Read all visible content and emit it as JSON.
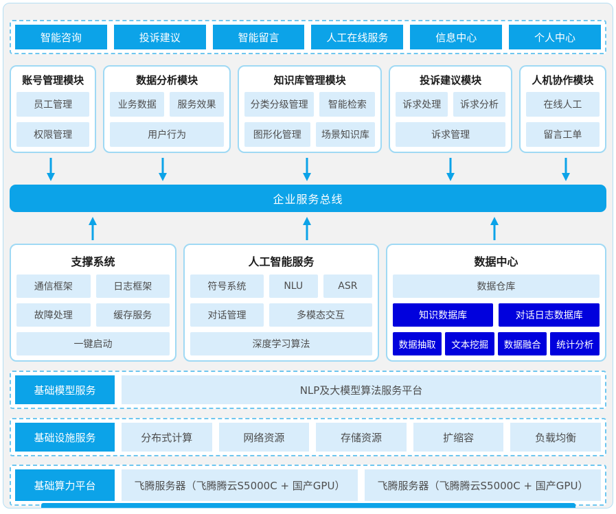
{
  "colors": {
    "primary_blue": "#0ca3e8",
    "dark_blue": "#0101dd",
    "cell_light_blue": "#d9edfb",
    "box_border": "#9fd9f4",
    "dashed_border": "#6ec6ef",
    "background": "#f2f2f2",
    "cell_text": "#4d4d4d"
  },
  "top_nav": {
    "items": [
      "智能咨询",
      "投诉建议",
      "智能留言",
      "人工在线服务",
      "信息中心",
      "个人中心"
    ]
  },
  "modules": [
    {
      "title": "账号管理模块",
      "cells": [
        [
          "员工管理"
        ],
        [
          "权限管理"
        ]
      ]
    },
    {
      "title": "数据分析模块",
      "cells": [
        [
          "业务数据",
          "服务效果"
        ],
        [
          "用户行为"
        ]
      ]
    },
    {
      "title": "知识库管理模块",
      "cells": [
        [
          "分类分级管理",
          "智能检索"
        ],
        [
          "图形化管理",
          "场景知识库"
        ]
      ]
    },
    {
      "title": "投诉建议模块",
      "cells": [
        [
          "诉求处理",
          "诉求分析"
        ],
        [
          "诉求管理"
        ]
      ]
    },
    {
      "title": "人机协作模块",
      "cells": [
        [
          "在线人工"
        ],
        [
          "留言工单"
        ]
      ]
    }
  ],
  "bus": {
    "label": "企业服务总线"
  },
  "systems": [
    {
      "title": "支撑系统",
      "rows": [
        [
          "通信框架",
          "日志框架"
        ],
        [
          "故障处理",
          "缓存服务"
        ],
        [
          "一键启动"
        ]
      ]
    },
    {
      "title": "人工智能服务",
      "rows": [
        [
          "符号系统",
          "NLU",
          "ASR"
        ],
        [
          "对话管理",
          "多模态交互"
        ],
        [
          "深度学习算法"
        ]
      ]
    },
    {
      "title": "数据中心",
      "rows": [
        [
          "数据仓库"
        ],
        [
          "知识数据库",
          "对话日志数据库"
        ],
        [
          "数据抽取",
          "文本挖掘",
          "数据融合",
          "统计分析"
        ]
      ]
    }
  ],
  "layers": [
    {
      "label": "基础模型服务",
      "items": [
        "NLP及大模型算法服务平台"
      ]
    },
    {
      "label": "基础设施服务",
      "items": [
        "分布式计算",
        "网络资源",
        "存储资源",
        "扩缩容",
        "负载均衡"
      ]
    },
    {
      "label": "基础算力平台",
      "items": [
        "飞腾服务器（飞腾腾云S5000C + 国产GPU）",
        "飞腾服务器（飞腾腾云S5000C + 国产GPU）"
      ]
    }
  ]
}
